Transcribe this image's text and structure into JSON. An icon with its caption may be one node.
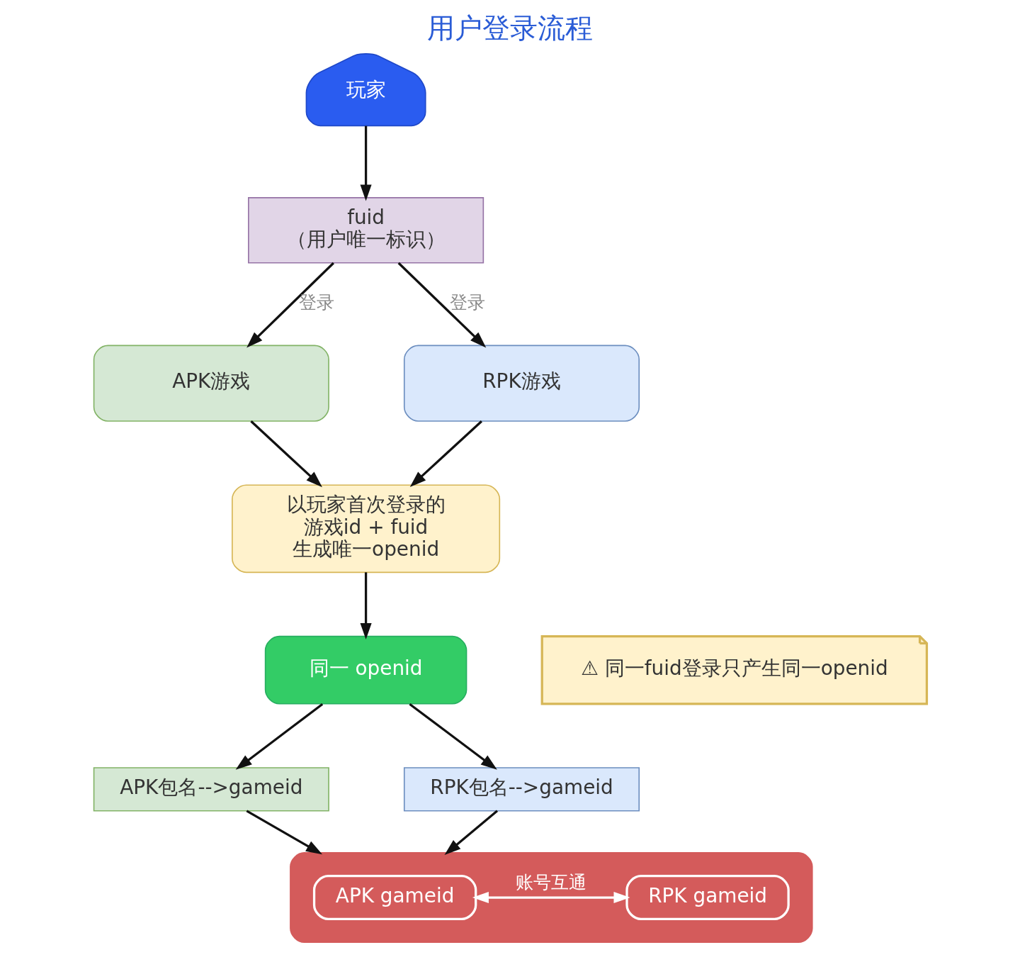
{
  "diagram": {
    "title": "用户登录流程",
    "nodes": [
      {
        "text": [
          "玩家"
        ]
      },
      {
        "text": [
          "fuid",
          "（用户唯一标识）"
        ]
      },
      {
        "text": [
          "APK游戏"
        ]
      },
      {
        "text": [
          "RPK游戏"
        ]
      },
      {
        "text": [
          "以玩家首次登录的游戏id + fuid生成唯一openid"
        ]
      },
      {
        "text": [
          "同一 openid"
        ]
      },
      {
        "text": [
          "APK包名-->gameid"
        ]
      },
      {
        "text": [
          "RPK包名-->gameid"
        ]
      },
      {
        "text": [],
        "shape": "box"
      },
      {
        "text": [
          "APK gameid"
        ],
        "in": 8
      },
      {
        "text": [
          "RPK gameid"
        ],
        "in": 8
      },
      {
        "text": [
          "⚠ 同一fuid登录只产生同一openid"
        ]
      }
    ],
    "edges": [
      {
        "from": 0,
        "to": 1,
        "arrow": "to"
      },
      {
        "from": 1,
        "to": 2,
        "arrow": "to",
        "label": "登录"
      },
      {
        "from": 1,
        "to": 3,
        "arrow": "to",
        "label": "登录"
      },
      {
        "from": 2,
        "to": 4,
        "arrow": "to"
      },
      {
        "from": 3,
        "to": 4,
        "arrow": "to"
      },
      {
        "from": 4,
        "to": 5,
        "arrow": "to"
      },
      {
        "from": 5,
        "to": 6,
        "arrow": "to"
      },
      {
        "from": 5,
        "to": 7,
        "arrow": "to"
      },
      {
        "from": 6,
        "to": 8,
        "arrow": "to"
      },
      {
        "from": 7,
        "to": 8,
        "arrow": "to"
      },
      {
        "from": 9,
        "to": 10,
        "arrow": "both",
        "label": "账号互通",
        "color": "#ffffff"
      }
    ]
  }
}
